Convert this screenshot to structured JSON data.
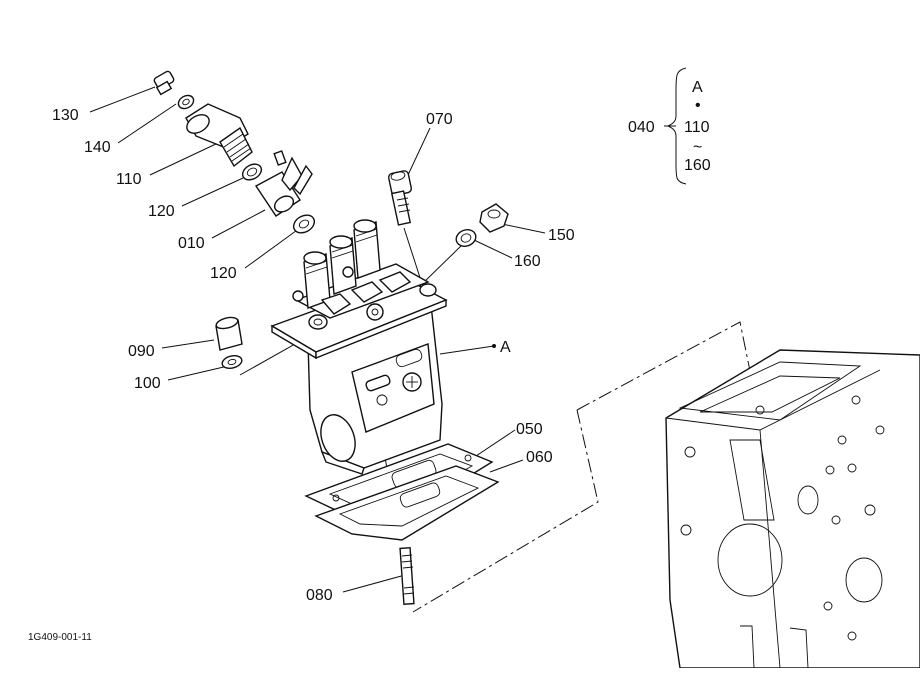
{
  "callouts": {
    "c130": "130",
    "c140": "140",
    "c110": "110",
    "c120a": "120",
    "c010": "010",
    "c120b": "120",
    "c070": "070",
    "c150": "150",
    "c160": "160",
    "c090": "090",
    "c100": "100",
    "cA": "A",
    "c050": "050",
    "c060": "060",
    "c080": "080"
  },
  "assembly": {
    "code": "040",
    "ref": "A",
    "dot": "•",
    "from": "110",
    "tilde": "~",
    "to": "160"
  },
  "figure_code": "1G409-001-11"
}
